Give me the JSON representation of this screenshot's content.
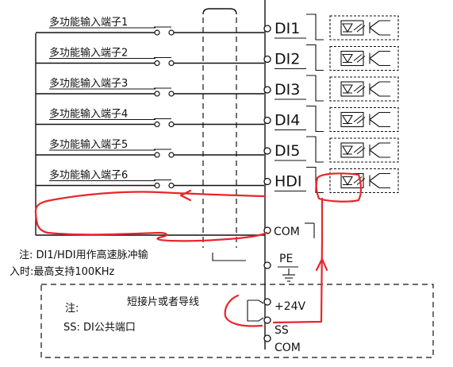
{
  "terminals": [
    {
      "label": "多功能输入端子1",
      "pin": "DI1"
    },
    {
      "label": "多功能输入端子2",
      "pin": "DI2"
    },
    {
      "label": "多功能输入端子3",
      "pin": "DI3"
    },
    {
      "label": "多功能输入端子4",
      "pin": "DI4"
    },
    {
      "label": "多功能输入端子5",
      "pin": "DI5"
    },
    {
      "label": "多功能输入端子6",
      "pin": "HDI"
    }
  ],
  "pins": {
    "com": "COM",
    "pe": "PE",
    "v24": "+24V",
    "ss": "SS",
    "com_bottom": "COM"
  },
  "notes": {
    "pulse_line1": "注:  DI1/HDI用作高速脉冲输",
    "pulse_line2": "入时:最高支持100KHz",
    "box_title": "短接片或者导线",
    "box_note_label": "注:",
    "box_note_ss": "SS:  DI公共端口"
  },
  "colors": {
    "line": "#111111",
    "highlight": "#e8262b"
  }
}
